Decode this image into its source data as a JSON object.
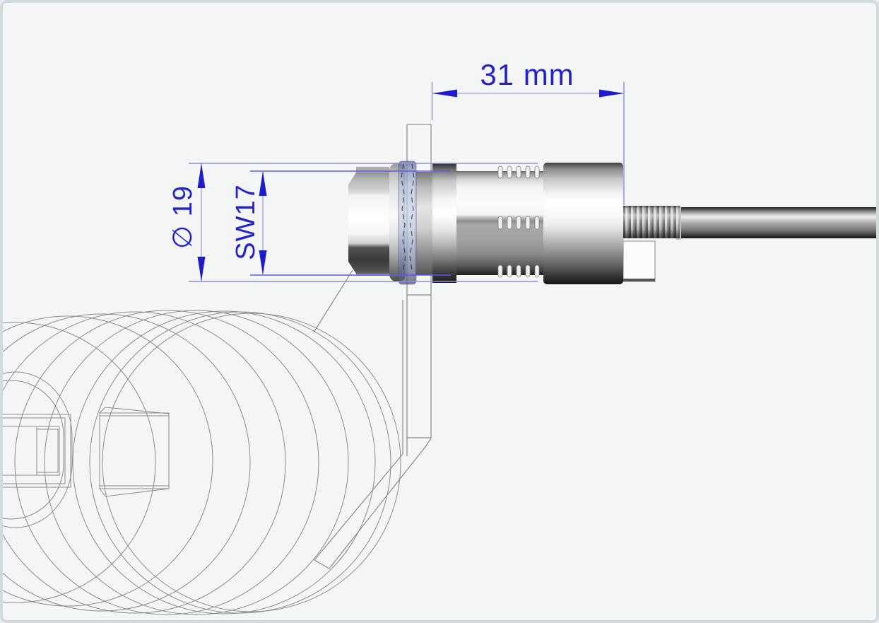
{
  "drawing": {
    "type": "technical-cad-drawing",
    "dimensions": {
      "length": {
        "label": "31 mm",
        "value": 31,
        "unit": "mm",
        "orientation": "horizontal"
      },
      "diameter": {
        "label": "∅ 19",
        "value": 19,
        "symbol": "diameter",
        "orientation": "vertical"
      },
      "wrench_size": {
        "label": "SW17",
        "value": 17,
        "orientation": "vertical"
      }
    },
    "colors": {
      "dimension_text_blue": "#2323cb",
      "dimension_arrow_blue": "#1c1ccd",
      "extension_line_lavender": "#8c8cdc",
      "extension_line_blue": "#5b5bee",
      "outline_gray": "#8a8a8a",
      "washer_blue_gray": "#aab2d8",
      "background": "#f4f6f6",
      "frame_border": "#d2dade"
    }
  }
}
